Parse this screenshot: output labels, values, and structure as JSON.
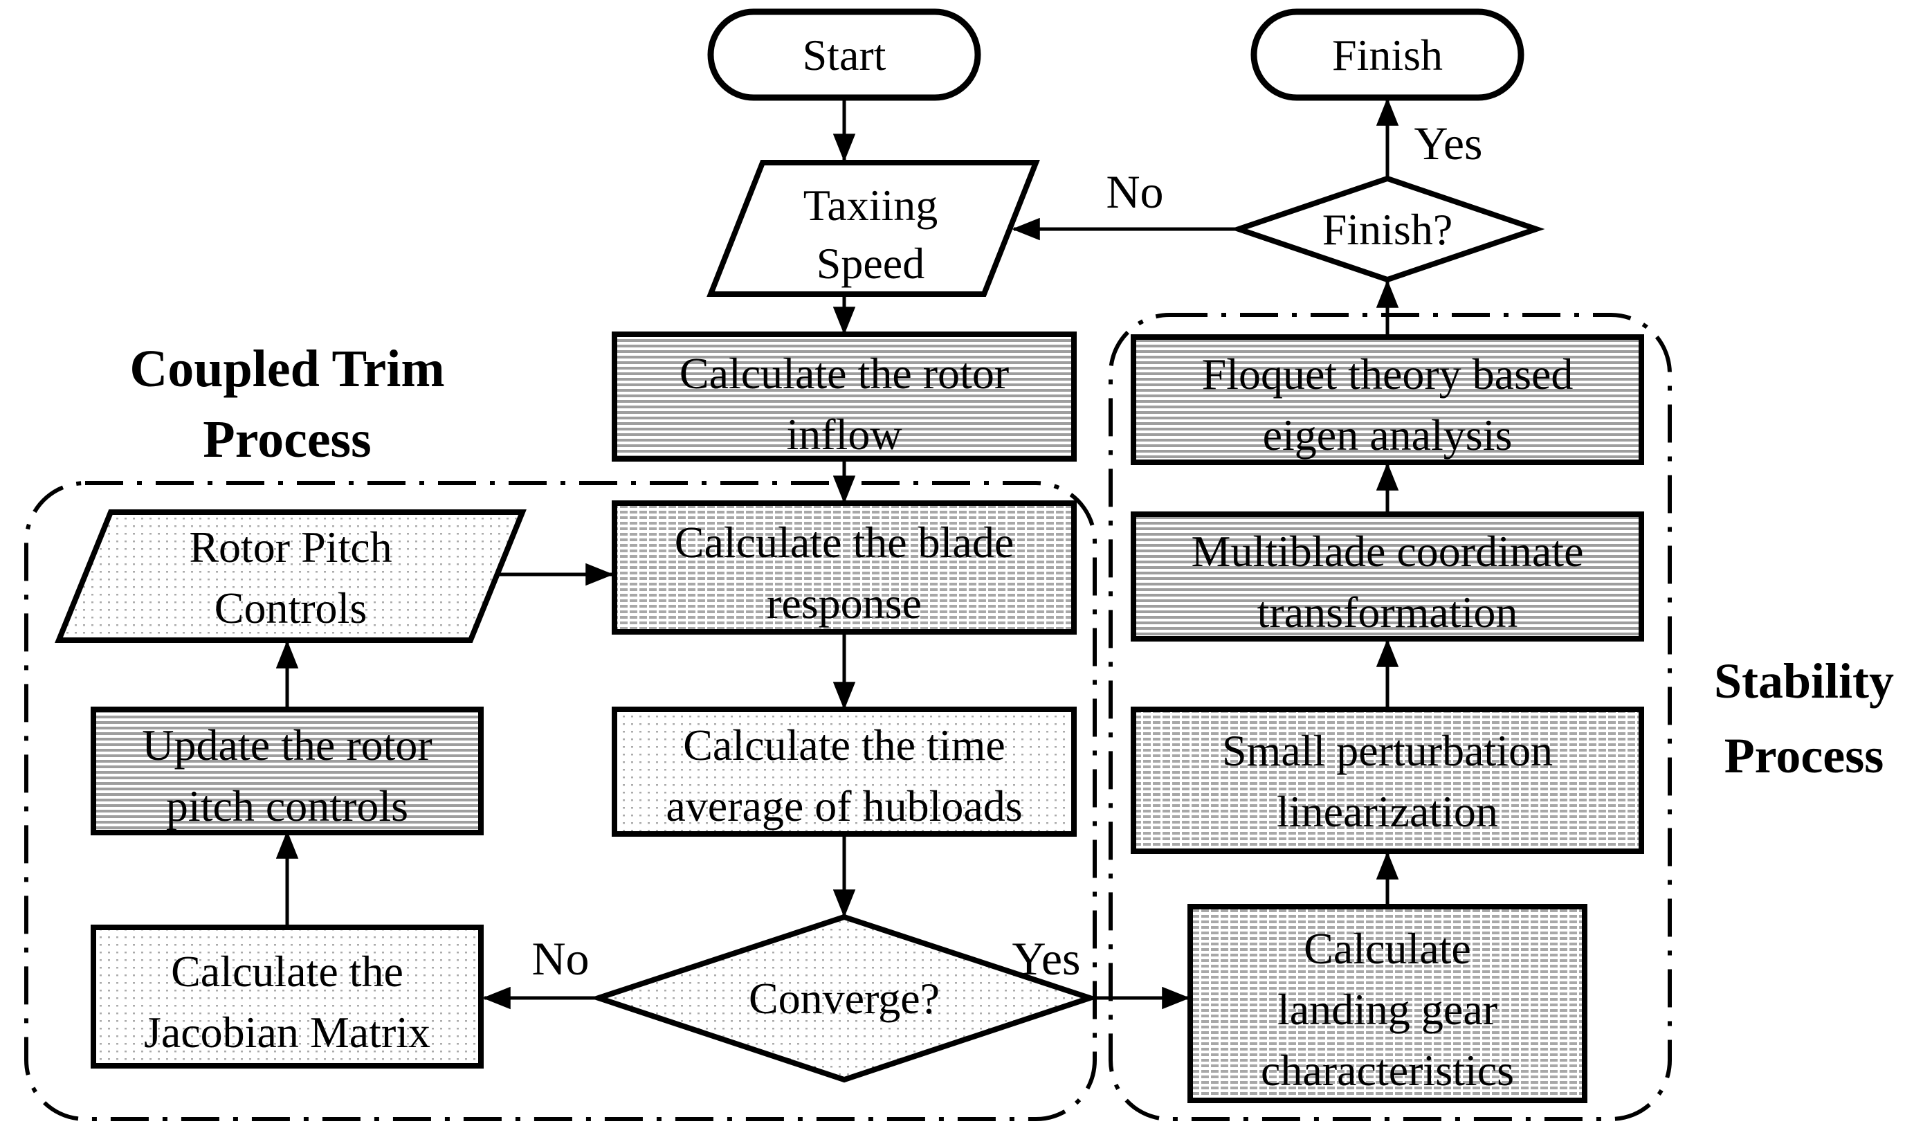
{
  "diagram": {
    "title_groups": {
      "coupled_trim": {
        "line1": "Coupled Trim",
        "line2": "Process"
      },
      "stability": {
        "line1": "Stability",
        "line2": "Process"
      }
    },
    "nodes": {
      "start": {
        "label": "Start"
      },
      "finish": {
        "label": "Finish"
      },
      "taxiing": {
        "line1": "Taxiing",
        "line2": "Speed"
      },
      "finish_q": {
        "label": "Finish?"
      },
      "rotor_inflow": {
        "line1": "Calculate the rotor",
        "line2": "inflow"
      },
      "blade_response": {
        "line1": "Calculate the blade",
        "line2": "response"
      },
      "time_average": {
        "line1": "Calculate the time",
        "line2": "average of hubloads"
      },
      "converge_q": {
        "label": "Converge?"
      },
      "rotor_pitch": {
        "line1": "Rotor Pitch",
        "line2": "Controls"
      },
      "update_pitch": {
        "line1": "Update the rotor",
        "line2": "pitch controls"
      },
      "jacobian": {
        "line1": "Calculate the",
        "line2": "Jacobian Matrix"
      },
      "landing_gear": {
        "line1": "Calculate",
        "line2": "landing gear",
        "line3": "characteristics"
      },
      "small_perturbation": {
        "line1": "Small perturbation",
        "line2": "linearization"
      },
      "multiblade": {
        "line1": "Multiblade coordinate",
        "line2": "transformation"
      },
      "floquet": {
        "line1": "Floquet theory based",
        "line2": "eigen analysis"
      }
    },
    "edge_labels": {
      "finish_no": "No",
      "finish_yes": "Yes",
      "converge_no": "No",
      "converge_yes": "Yes"
    },
    "colors": {
      "line": "#000000",
      "stripe_hatch": "#9e9e9e",
      "grid_hatch": "#a8a8a8",
      "dot_hatch": "#ababab",
      "node_fill": "#ffffff",
      "background": "#ffffff"
    }
  }
}
